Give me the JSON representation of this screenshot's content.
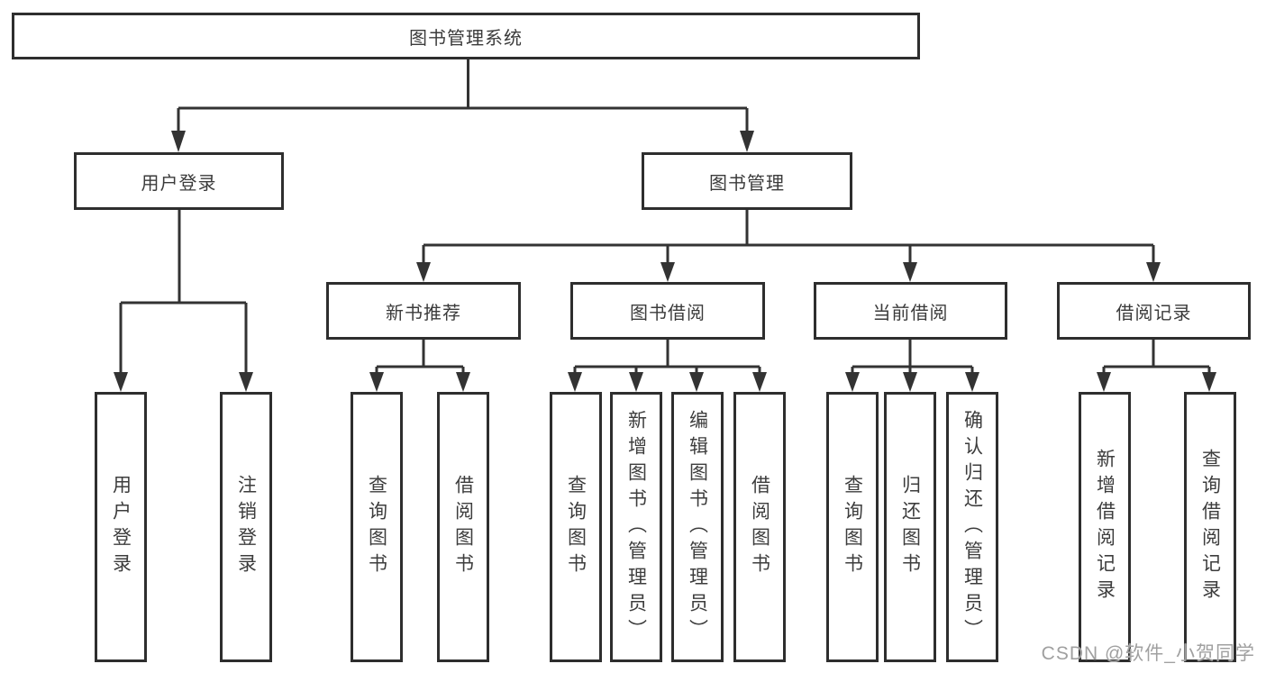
{
  "tree": {
    "root": {
      "label": "图书管理系统",
      "children": [
        {
          "label": "用户登录",
          "children": [
            {
              "label": "用户登录"
            },
            {
              "label": "注销登录"
            }
          ]
        },
        {
          "label": "图书管理",
          "children": [
            {
              "label": "新书推荐",
              "children": [
                {
                  "label": "查询图书"
                },
                {
                  "label": "借阅图书"
                }
              ]
            },
            {
              "label": "图书借阅",
              "children": [
                {
                  "label": "查询图书"
                },
                {
                  "label": "新增图书（管理员）"
                },
                {
                  "label": "编辑图书（管理员）"
                },
                {
                  "label": "借阅图书"
                }
              ]
            },
            {
              "label": "当前借阅",
              "children": [
                {
                  "label": "查询图书"
                },
                {
                  "label": "归还图书"
                },
                {
                  "label": "确认归还（管理员）"
                }
              ]
            },
            {
              "label": "借阅记录",
              "children": [
                {
                  "label": "新增借阅记录"
                },
                {
                  "label": "查询借阅记录"
                }
              ]
            }
          ]
        }
      ]
    }
  },
  "watermark": {
    "text": "CSDN @软件_小贺同学"
  },
  "colors": {
    "line": "#333333",
    "box_border": "#2e2e2e",
    "text": "#3b3b3b",
    "watermark": "#a0a0a0",
    "background": "#ffffff"
  }
}
